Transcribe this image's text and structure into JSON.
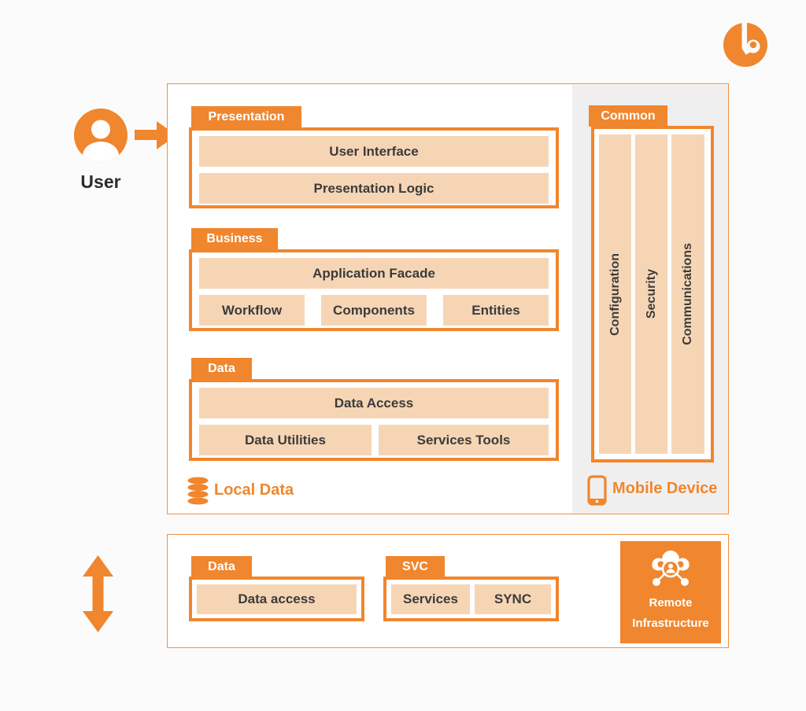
{
  "colors": {
    "accent_orange": "#f0862d",
    "layer_peach": "#f6d5b5",
    "panel_gray": "#f0eff0",
    "text_dark": "#3b3b3b",
    "background": "#fbfbfb"
  },
  "logo": {
    "icon": "brand-logo"
  },
  "user": {
    "label": "User",
    "icon": "user-icon",
    "arrow_icon": "arrow-right-icon"
  },
  "device_panel": {
    "sections": [
      {
        "tab": "Presentation",
        "rows": [
          [
            "User Interface"
          ],
          [
            "Presentation Logic"
          ]
        ]
      },
      {
        "tab": "Business",
        "rows": [
          [
            "Application Facade"
          ],
          [
            "Workflow",
            "Components",
            "Entities"
          ]
        ]
      },
      {
        "tab": "Data",
        "rows": [
          [
            "Data Access"
          ],
          [
            "Data Utilities",
            "Services Tools"
          ]
        ]
      }
    ],
    "common": {
      "tab": "Common",
      "bars": [
        "Configuration",
        "Security",
        "Communications"
      ]
    },
    "local_data": {
      "label": "Local Data",
      "icon": "database-icon"
    },
    "mobile_device": {
      "label": "Mobile Device",
      "icon": "smartphone-icon"
    }
  },
  "remote_panel": {
    "data_section": {
      "tab": "Data",
      "rows": [
        [
          "Data access"
        ]
      ]
    },
    "svc_section": {
      "tab": "SVC",
      "rows": [
        [
          "Services",
          "SYNC"
        ]
      ]
    },
    "remote_infrastructure": {
      "label_line1": "Remote",
      "label_line2": "Infrastructure",
      "icon": "cloud-users-icon"
    },
    "sync_icon": "vertical-double-arrow-icon"
  }
}
